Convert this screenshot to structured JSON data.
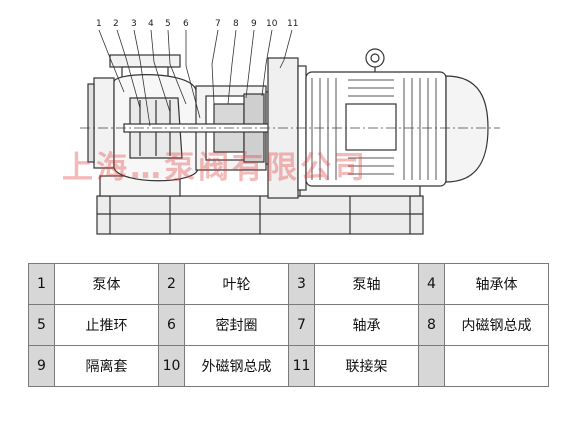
{
  "callout_numbers": [
    "1",
    "2",
    "3",
    "4",
    "5",
    "6",
    "7",
    "8",
    "9",
    "10",
    "11"
  ],
  "watermark_text": "上海…泵阀有限公司",
  "parts_table": {
    "rows": [
      [
        {
          "num": "1",
          "name": "泵体"
        },
        {
          "num": "2",
          "name": "叶轮"
        },
        {
          "num": "3",
          "name": "泵轴"
        },
        {
          "num": "4",
          "name": "轴承体"
        }
      ],
      [
        {
          "num": "5",
          "name": "止推环"
        },
        {
          "num": "6",
          "name": "密封圈"
        },
        {
          "num": "7",
          "name": "轴承"
        },
        {
          "num": "8",
          "name": "内磁钢总成"
        }
      ],
      [
        {
          "num": "9",
          "name": "隔离套"
        },
        {
          "num": "10",
          "name": "外磁钢总成"
        },
        {
          "num": "11",
          "name": "联接架"
        },
        {
          "num": "",
          "name": ""
        }
      ]
    ]
  },
  "colors": {
    "watermark": "#e23a3a",
    "table_number_cell": "#d7d7d7",
    "table_border": "#7a7a7a",
    "line": "#333333"
  }
}
